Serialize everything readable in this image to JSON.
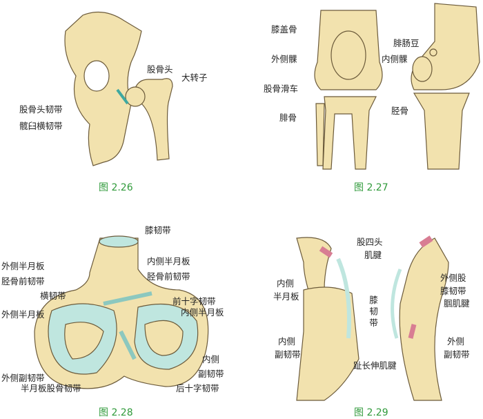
{
  "colors": {
    "bone": "#f2e2ae",
    "bone_stroke": "#6b5a3a",
    "ligament": "#bfe6df",
    "muscle": "#d87d93",
    "caption": "#2f9a3a"
  },
  "figures": [
    {
      "caption": "图 2.26",
      "labels": [
        "股骨头",
        "大转子",
        "股骨头韧带",
        "髋臼横韧带"
      ]
    },
    {
      "caption": "图 2.27",
      "labels": [
        "膝盖骨",
        "外侧髁",
        "股骨滑车",
        "腓骨",
        "腓肠豆",
        "内侧髁",
        "胫骨"
      ]
    },
    {
      "caption": "图 2.28",
      "labels": [
        "膝韧带",
        "外侧半月板",
        "胫骨前韧带",
        "内侧半月板",
        "胫骨前韧带",
        "横韧带",
        "前十字韧带",
        "内侧半月板",
        "外侧半月板",
        "内侧",
        "副韧带",
        "外侧副韧带",
        "半月板股骨韧带",
        "后十字韧带"
      ]
    },
    {
      "caption": "图 2.29",
      "labels": [
        "股四头",
        "肌腱",
        "内侧",
        "半月板",
        "膝韧带",
        "外侧股",
        "膝韧带",
        "腘肌腱",
        "内侧",
        "副韧带",
        "外侧",
        "副韧带",
        "趾长伸肌腱"
      ]
    }
  ]
}
